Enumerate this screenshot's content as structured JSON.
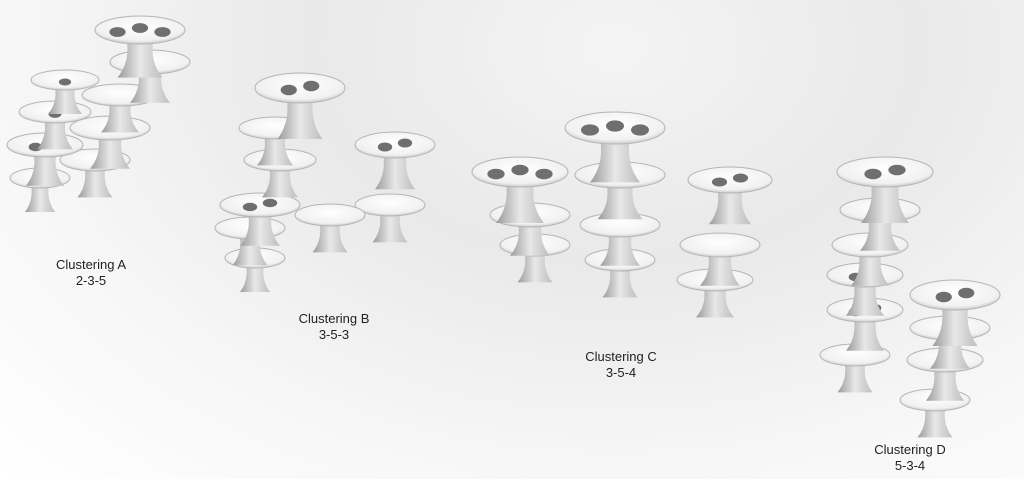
{
  "clusters": [
    {
      "name": "Clustering A",
      "code": "2-3-5"
    },
    {
      "name": "Clustering B",
      "code": "3-5-3"
    },
    {
      "name": "Clustering C",
      "code": "3-5-4"
    },
    {
      "name": "Clustering D",
      "code": "5-3-4"
    }
  ]
}
